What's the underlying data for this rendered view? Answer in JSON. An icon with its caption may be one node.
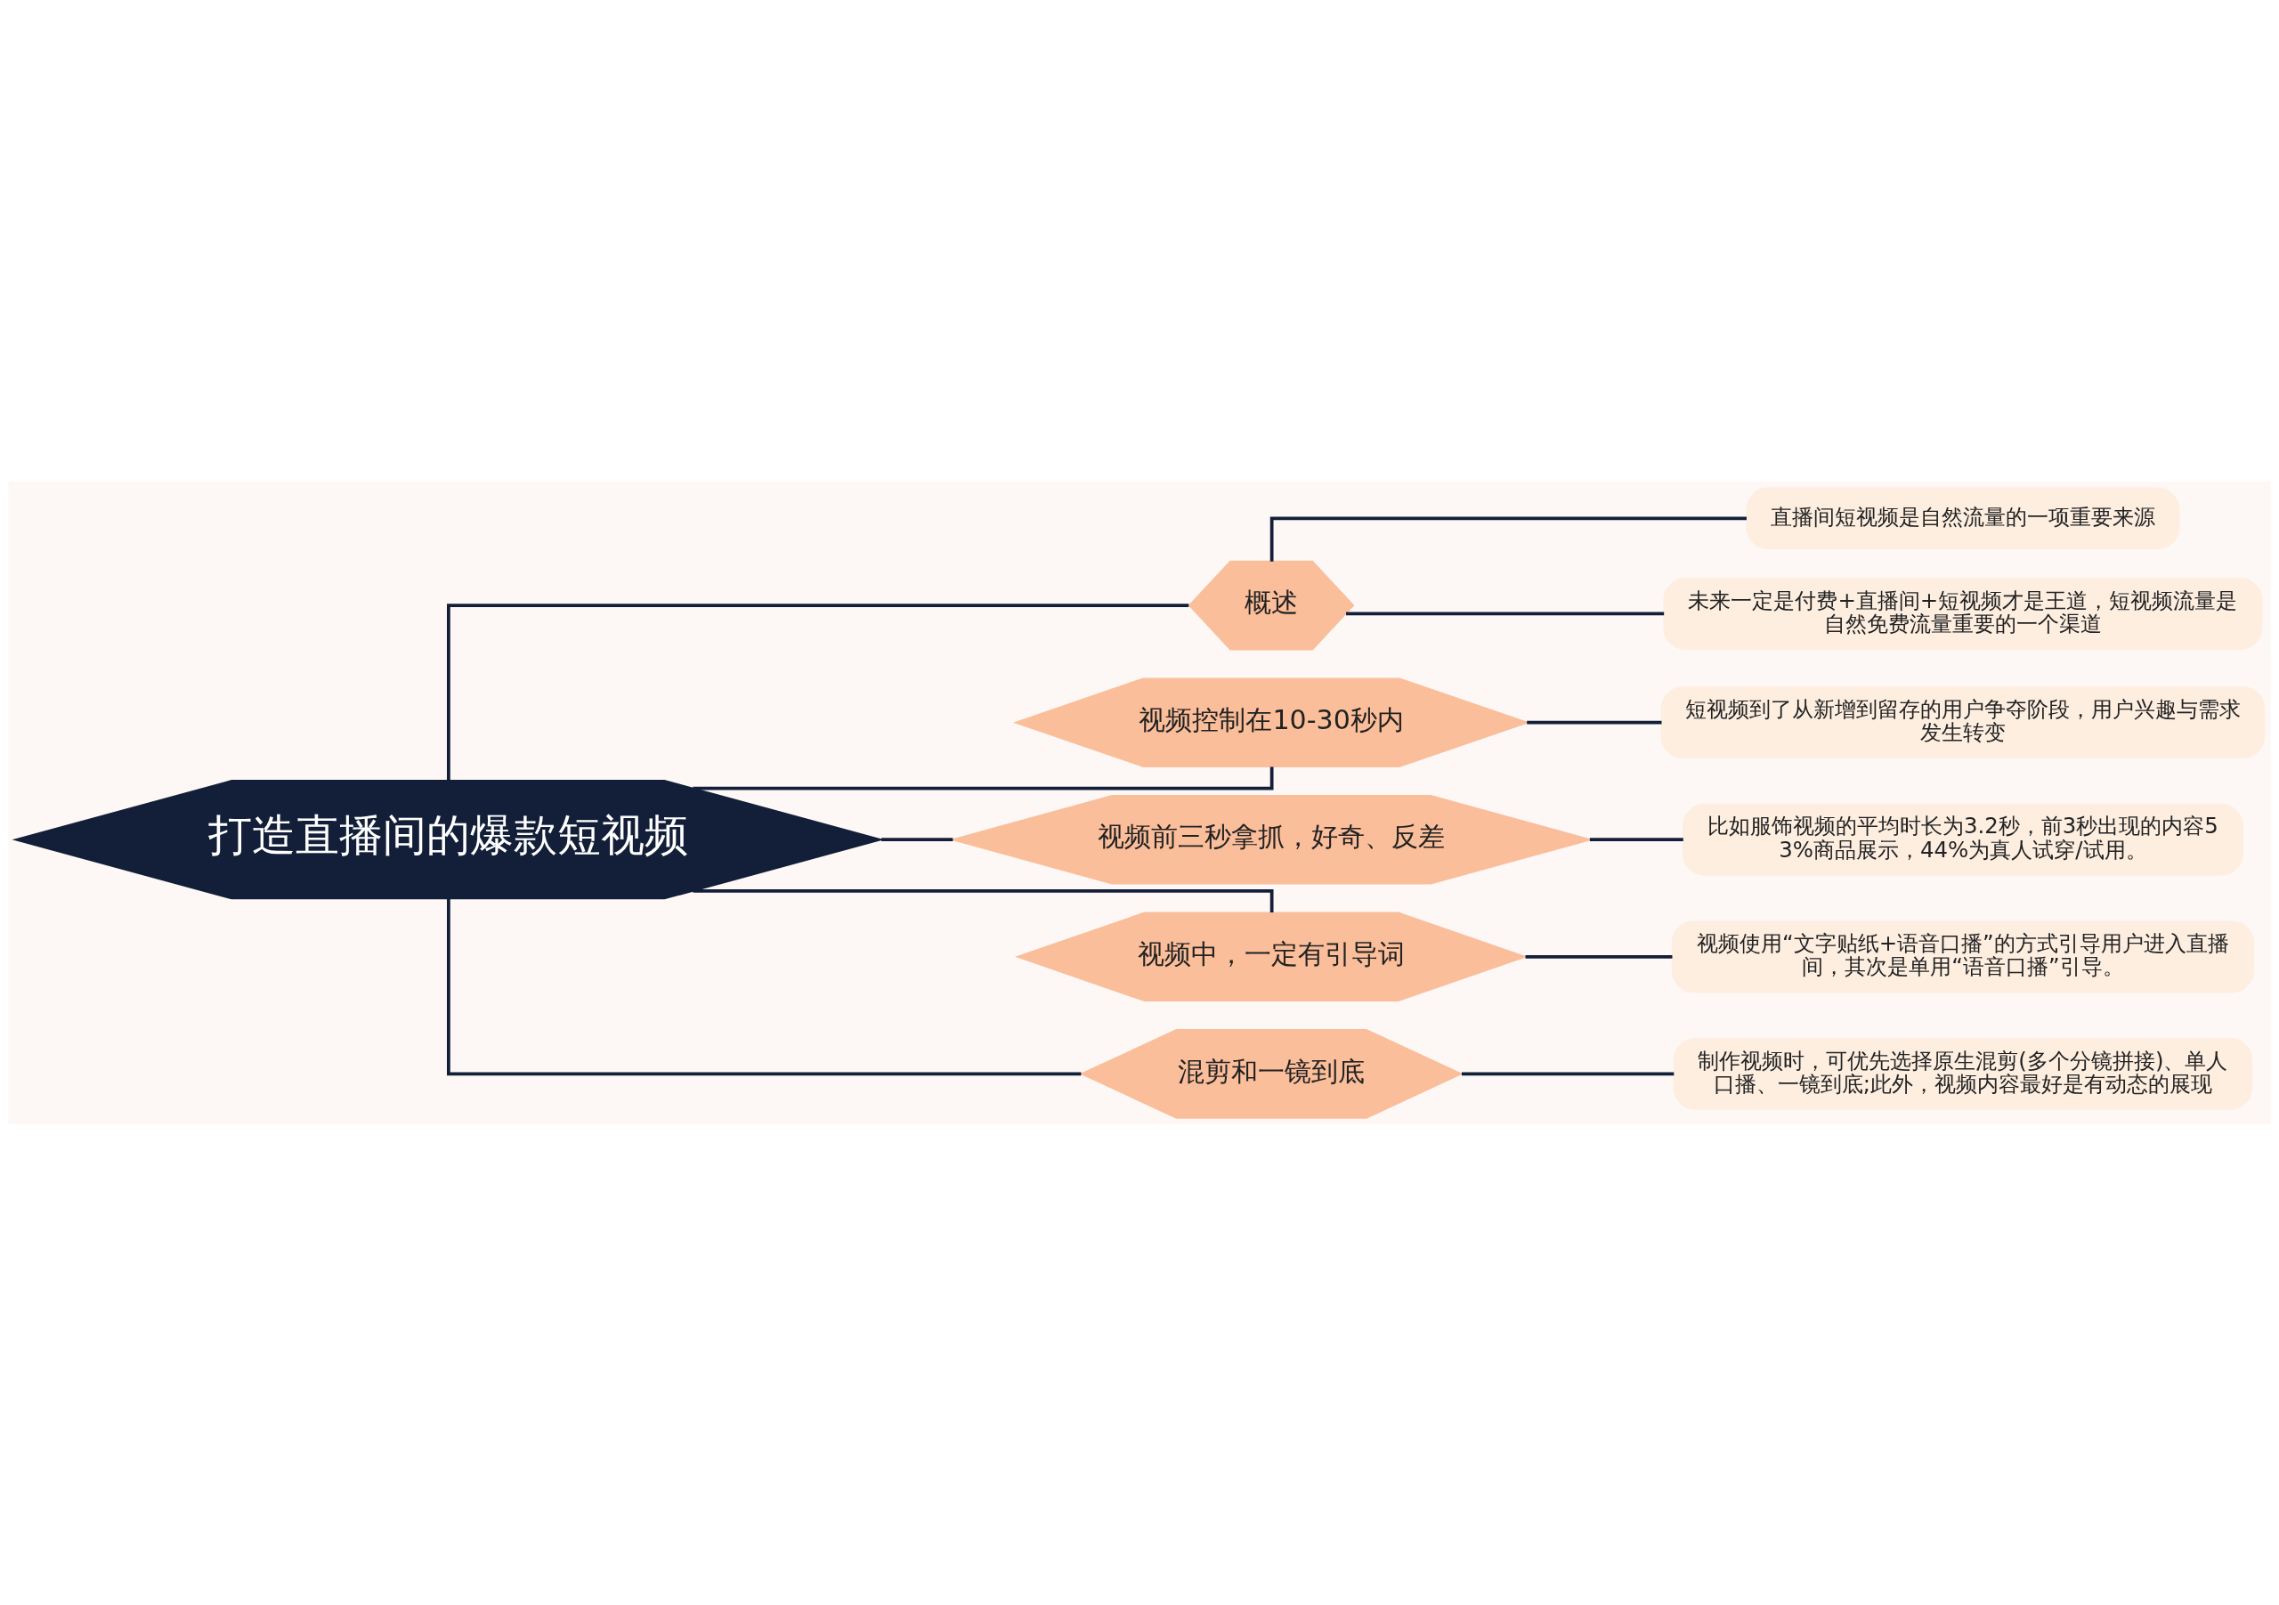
{
  "diagram": {
    "nodes": [
      {
        "text": [
          "打造直播间的爆款短视频"
        ]
      },
      {
        "text": [
          "概述"
        ]
      },
      {
        "text": [
          "视频控制在10-30秒内"
        ]
      },
      {
        "text": [
          "直播间短视频是自然流量的一项重要来源"
        ]
      },
      {
        "text": [
          "短视频到了从新增到留存的用户争夺阶段，用户兴趣与需求发生转变"
        ]
      },
      {
        "text": [
          "未来一定是付费+直播间+短视频才是王道，短视频流量是自然免费流量重要的一个渠道"
        ]
      },
      {
        "text": [
          "视频前三秒拿抓，好奇、反差"
        ]
      },
      {
        "text": [
          "视频中，一定有引导词"
        ]
      },
      {
        "text": [
          "比如服饰视频的平均时长为3.2秒，前3秒出现的内容53%商品展示，44%为真人试穿/试用。"
        ]
      },
      {
        "text": [
          "视频使用“文字贴纸+语音口播”的方式引导用户进入直播间，其次是单用“语音口播”引导。"
        ]
      },
      {
        "text": [
          "混剪和一镜到底"
        ]
      },
      {
        "text": [
          "制作视频时，可优先选择原生混剪(多个分镜拼接)、单人口播、一镜到底;此外，视频内容最好是有动态的展现"
        ]
      }
    ],
    "edges": [
      {
        "from": 0,
        "to": 1,
        "arrow": "none"
      },
      {
        "from": 0,
        "to": 2,
        "arrow": "none"
      },
      {
        "from": 1,
        "to": 3,
        "arrow": "none"
      },
      {
        "from": 2,
        "to": 4,
        "arrow": "none"
      },
      {
        "from": 1,
        "to": 5,
        "arrow": "none"
      },
      {
        "from": 0,
        "to": 6,
        "arrow": "none"
      },
      {
        "from": 0,
        "to": 7,
        "arrow": "none"
      },
      {
        "from": 6,
        "to": 8,
        "arrow": "none"
      },
      {
        "from": 7,
        "to": 9,
        "arrow": "none"
      },
      {
        "from": 0,
        "to": 10,
        "arrow": "none"
      },
      {
        "from": 10,
        "to": 11,
        "arrow": "none"
      }
    ]
  }
}
